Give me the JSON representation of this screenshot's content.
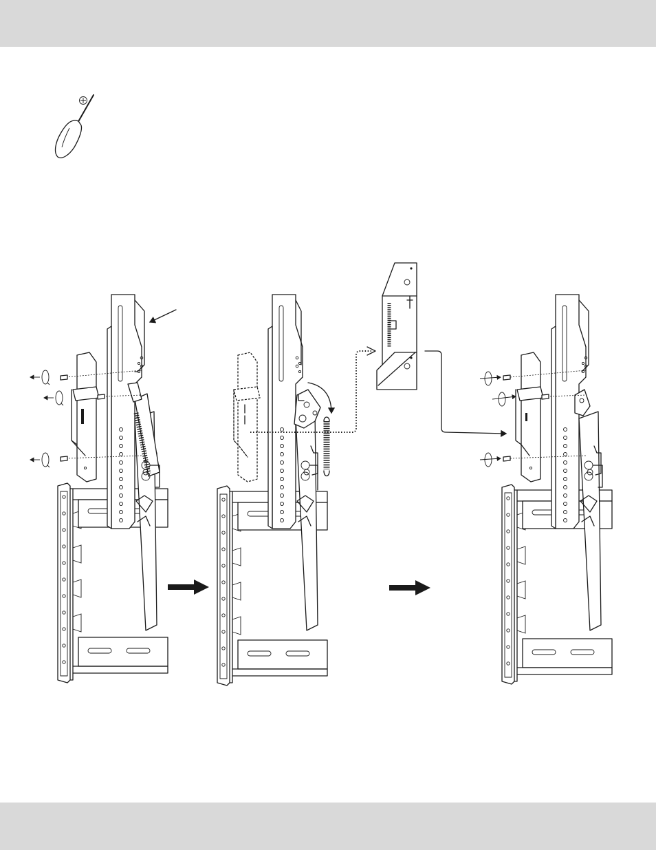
{
  "colors": {
    "header_band": "#d9d9d9",
    "footer_band": "#d9d9d9",
    "line": "#1a1a1a",
    "background": "#ffffff"
  },
  "icons": {
    "tool": "screwdriver-icon",
    "step_arrow": "step-arrow-icon",
    "rotate": "rotate-arrow-icon"
  },
  "steps": [
    {
      "name": "remove-bracket-screws"
    },
    {
      "name": "remove-spring"
    },
    {
      "name": "spring-detail"
    },
    {
      "name": "reinstall-bracket"
    }
  ]
}
